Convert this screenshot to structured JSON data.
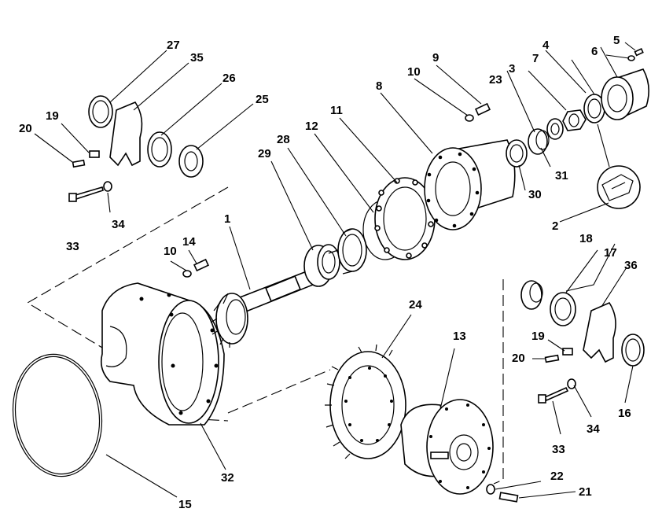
{
  "diagram": {
    "callouts": [
      {
        "id": "c1",
        "label": "1"
      },
      {
        "id": "c2",
        "label": "2"
      },
      {
        "id": "c3",
        "label": "3"
      },
      {
        "id": "c4",
        "label": "4"
      },
      {
        "id": "c5",
        "label": "5"
      },
      {
        "id": "c6",
        "label": "6"
      },
      {
        "id": "c7",
        "label": "7"
      },
      {
        "id": "c8",
        "label": "8"
      },
      {
        "id": "c9",
        "label": "9"
      },
      {
        "id": "c10a",
        "label": "10"
      },
      {
        "id": "c10b",
        "label": "10"
      },
      {
        "id": "c11",
        "label": "11"
      },
      {
        "id": "c12",
        "label": "12"
      },
      {
        "id": "c13",
        "label": "13"
      },
      {
        "id": "c14",
        "label": "14"
      },
      {
        "id": "c15",
        "label": "15"
      },
      {
        "id": "c16",
        "label": "16"
      },
      {
        "id": "c17",
        "label": "17"
      },
      {
        "id": "c18",
        "label": "18"
      },
      {
        "id": "c19a",
        "label": "19"
      },
      {
        "id": "c19b",
        "label": "19"
      },
      {
        "id": "c20a",
        "label": "20"
      },
      {
        "id": "c20b",
        "label": "20"
      },
      {
        "id": "c21",
        "label": "21"
      },
      {
        "id": "c22",
        "label": "22"
      },
      {
        "id": "c23",
        "label": "23"
      },
      {
        "id": "c24",
        "label": "24"
      },
      {
        "id": "c25",
        "label": "25"
      },
      {
        "id": "c26",
        "label": "26"
      },
      {
        "id": "c27",
        "label": "27"
      },
      {
        "id": "c28",
        "label": "28"
      },
      {
        "id": "c29",
        "label": "29"
      },
      {
        "id": "c30",
        "label": "30"
      },
      {
        "id": "c31",
        "label": "31"
      },
      {
        "id": "c32",
        "label": "32"
      },
      {
        "id": "c33a",
        "label": "33"
      },
      {
        "id": "c33b",
        "label": "33"
      },
      {
        "id": "c34a",
        "label": "34"
      },
      {
        "id": "c34b",
        "label": "34"
      },
      {
        "id": "c35",
        "label": "35"
      },
      {
        "id": "c36",
        "label": "36"
      }
    ]
  }
}
